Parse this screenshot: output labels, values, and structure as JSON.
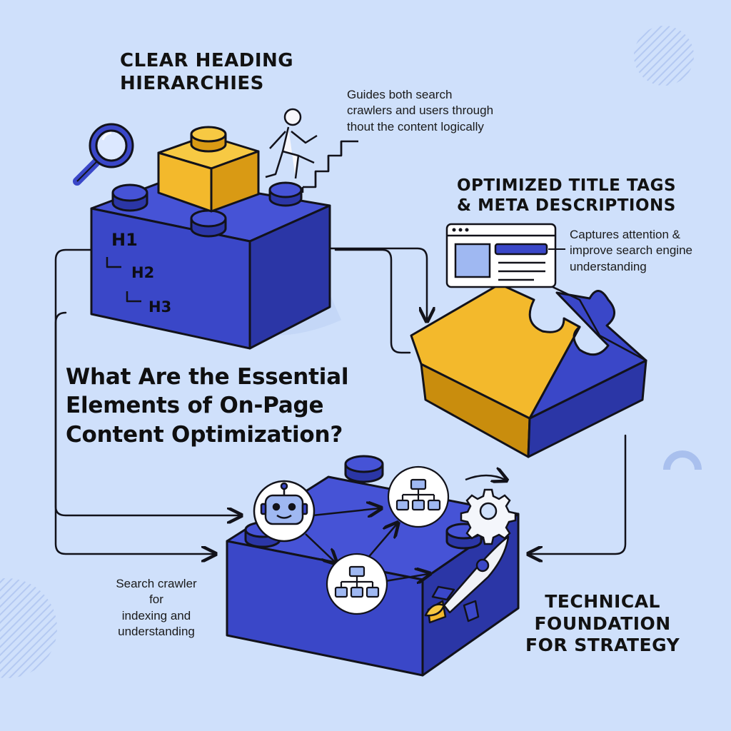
{
  "main_title": {
    "lines": [
      "What Are the Essential",
      "Elements of On-Page",
      "Content Optimization?"
    ]
  },
  "sections": {
    "heading_hierarchies": {
      "title_lines": [
        "CLEAR HEADING",
        "HIERARCHIES"
      ],
      "note_lines": [
        "Guides both search",
        "crawlers and users through",
        "thout the content logically"
      ],
      "brick_labels": [
        "H1",
        "H2",
        "H3"
      ]
    },
    "title_tags": {
      "title_lines": [
        "OPTIMIZED TITLE TAGS",
        "& META DESCRIPTIONS"
      ],
      "note_lines": [
        "Captures attention &",
        "improve search engine",
        "understanding"
      ]
    },
    "technical_foundation": {
      "title_lines": [
        "TECHNICAL",
        "FOUNDATION",
        "FOR STRATEGY"
      ],
      "note_lines": [
        "Search crawler",
        "for",
        "indexing and",
        "understanding"
      ]
    }
  },
  "colors": {
    "background": "#cfe0fb",
    "brick_blue": "#3a47c8",
    "brick_blue_dark": "#2b36a6",
    "accent_yellow": "#f3b92c",
    "outline": "#12121a"
  },
  "icons": [
    "magnifier-icon",
    "person-climbing-stairs-icon",
    "browser-window-icon",
    "robot-icon",
    "sitemap-icon",
    "gear-icon",
    "rocket-icon"
  ]
}
